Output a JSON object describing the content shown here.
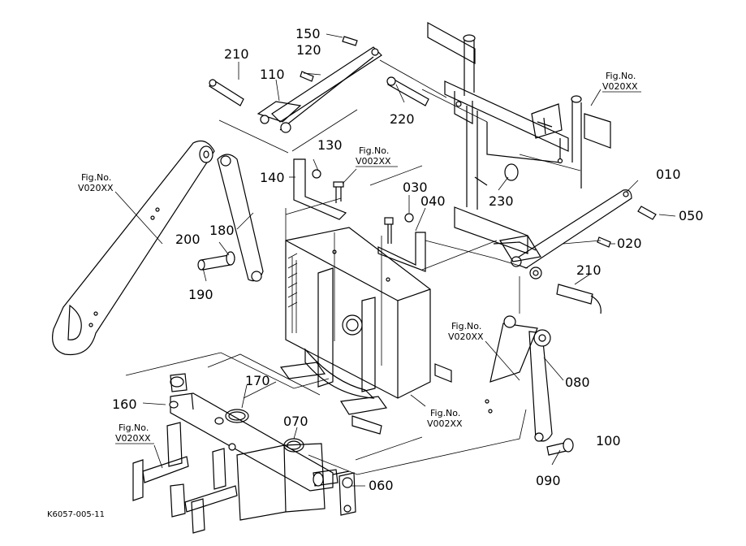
{
  "part_labels": {
    "p010": "010",
    "p020": "020",
    "p030": "030",
    "p040": "040",
    "p050": "050",
    "p060": "060",
    "p070": "070",
    "p080": "080",
    "p090": "090",
    "p100": "100",
    "p110": "110",
    "p120": "120",
    "p130": "130",
    "p140": "140",
    "p150": "150",
    "p160": "160",
    "p170": "170",
    "p180": "180",
    "p190": "190",
    "p200": "200",
    "p210a": "210",
    "p210b": "210",
    "p220": "220",
    "p230": "230"
  },
  "figure_refs": {
    "fig_word": "Fig.No.",
    "ref_top_right": "V020XX",
    "ref_left_arm": "V020XX",
    "ref_center": "V002XX",
    "ref_right_arm": "V020XX",
    "ref_bottom_center": "V002XX",
    "ref_bottom_left": "V020XX"
  },
  "footer": {
    "drawing_code": "K6057-005-11"
  }
}
